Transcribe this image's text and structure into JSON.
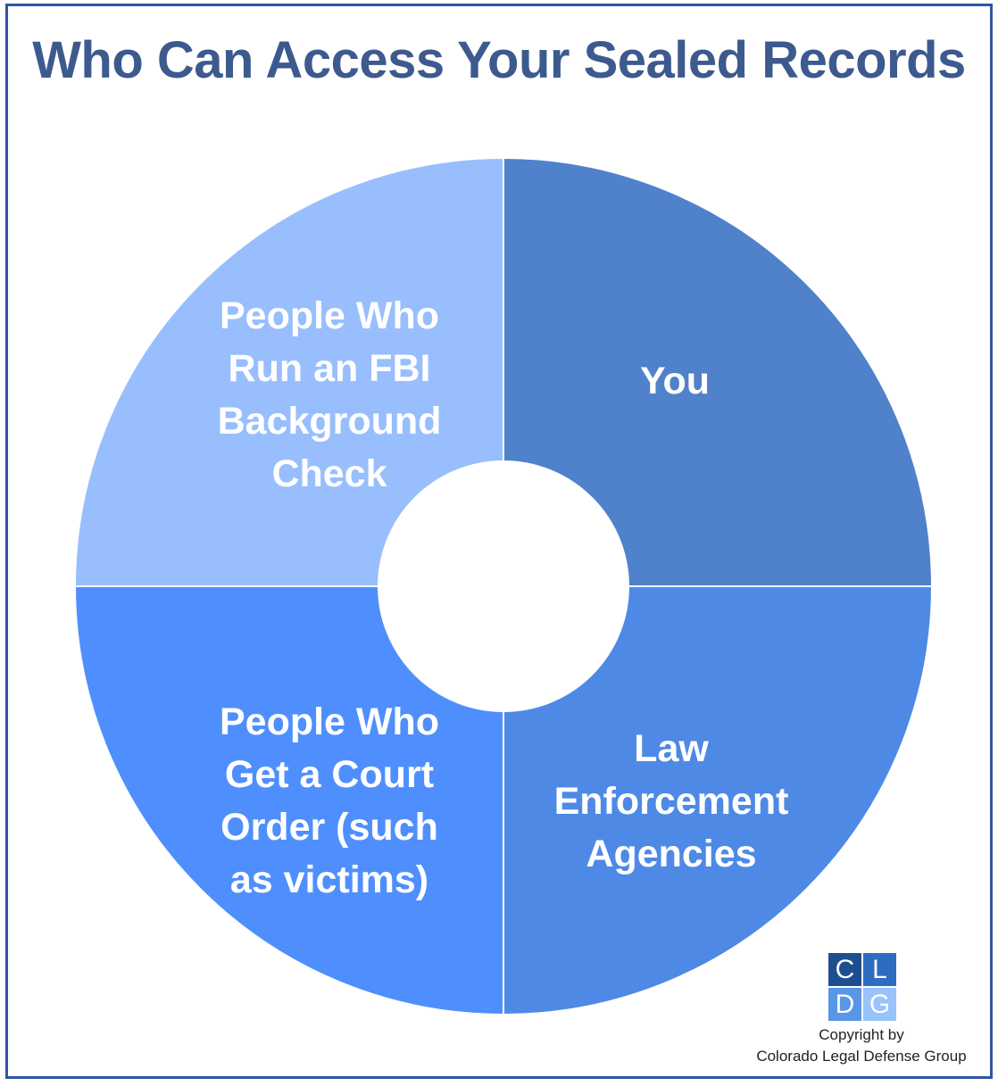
{
  "title": "Who Can Access Your Sealed Records",
  "segments": [
    {
      "id": "you",
      "label": "You",
      "color": "#5081cb"
    },
    {
      "id": "law-enforcement",
      "label": "Law\nEnforcement\nAgencies",
      "color": "#4e89e6"
    },
    {
      "id": "court-order",
      "label": "People Who\nGet a Court\nOrder (such\nas victims)",
      "color": "#4f8ffd"
    },
    {
      "id": "fbi-check",
      "label": "People Who\nRun an FBI\nBackground\nCheck",
      "color": "#98befd"
    }
  ],
  "logo": {
    "letters": [
      "C",
      "L",
      "D",
      "G"
    ],
    "colors": [
      "#1d4e8f",
      "#2e6cc0",
      "#5896e6",
      "#98c3fb"
    ]
  },
  "copyright": {
    "line1": "Copyright by",
    "line2": "Colorado Legal Defense Group"
  }
}
